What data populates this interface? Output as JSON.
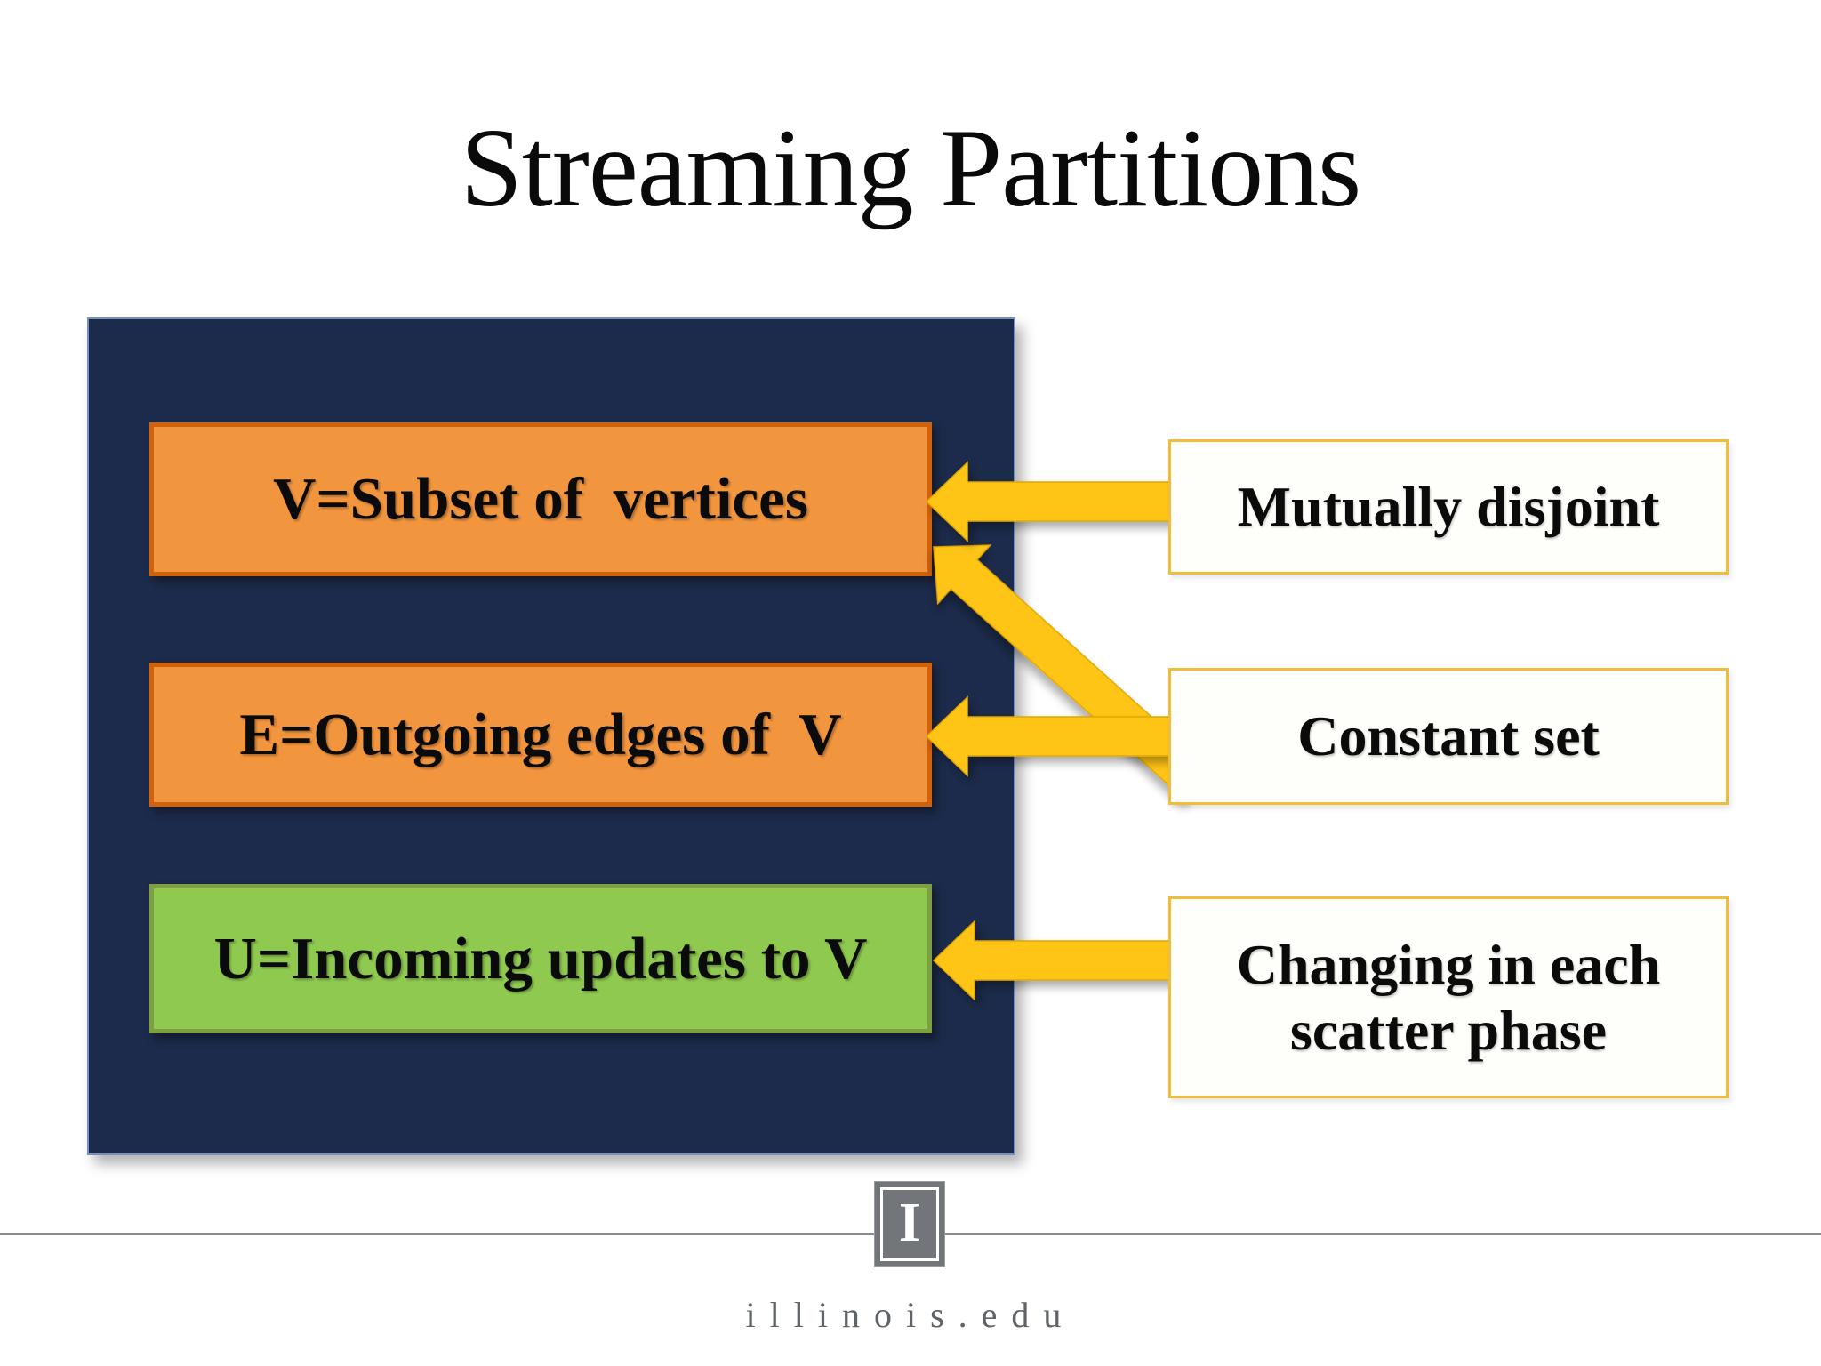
{
  "slide": {
    "title": "Streaming Partitions",
    "colors": {
      "navy": "#1c2b4b",
      "orange_fill": "#f2953f",
      "orange_border": "#d2610c",
      "green_fill": "#8fc94f",
      "green_border": "#7e9e43",
      "arrow_yellow": "#ffc513",
      "callout_border": "#f0bc3c"
    },
    "partitions": [
      {
        "id": "v",
        "label": "V=Subset of  vertices",
        "color": "orange"
      },
      {
        "id": "e",
        "label": "E=Outgoing edges of  V",
        "color": "orange"
      },
      {
        "id": "u",
        "label": "U=Incoming updates to V",
        "color": "green"
      }
    ],
    "callouts": [
      {
        "label": "Mutually disjoint",
        "points_to": "V"
      },
      {
        "label": "Constant set",
        "points_to": "V and E"
      },
      {
        "label": "Changing in each scatter phase",
        "points_to": "U"
      }
    ],
    "footer": {
      "logo_letter": "I",
      "domain": "illinois.edu"
    }
  }
}
